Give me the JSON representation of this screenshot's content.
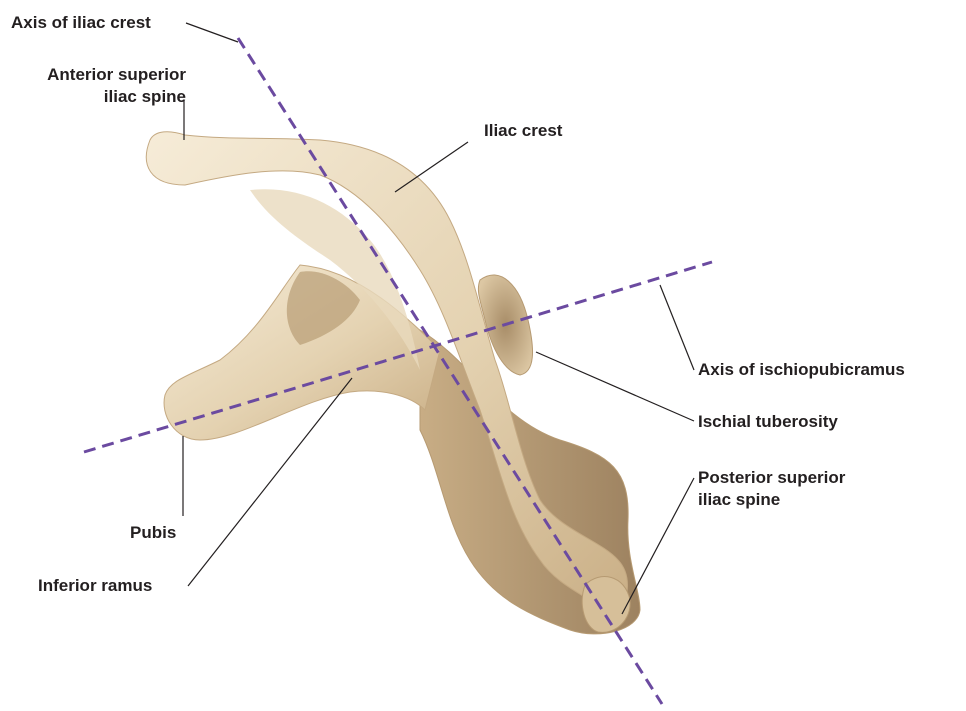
{
  "colors": {
    "axis_line": "#6b4aa0",
    "leader_line": "#231f20",
    "label_text": "#231f20",
    "bone_light": "#f2e6cf",
    "bone_mid": "#dcc7a3",
    "bone_shadow": "#b69a72"
  },
  "labels": {
    "axis_iliac_crest": "Axis of iliac crest",
    "anterior_superior_line1": "Anterior superior",
    "anterior_superior_line2": "iliac spine",
    "iliac_crest": "Iliac crest",
    "axis_ischiopubic": "Axis of ischiopubicramus",
    "ischial_tuberosity": "Ischial tuberosity",
    "posterior_superior_line1": "Posterior superior",
    "posterior_superior_line2": "iliac spine",
    "pubis": "Pubis",
    "inferior_ramus": "Inferior ramus"
  }
}
